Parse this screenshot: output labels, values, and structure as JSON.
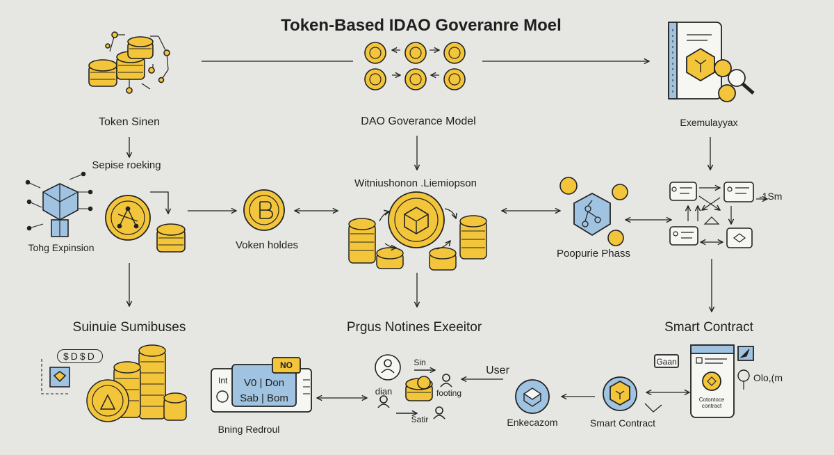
{
  "title": "Token-Based IDAO Goveranre Moel",
  "nodes": {
    "token_sinen": "Token Sinen",
    "dao_model": "DAO Goverance Model",
    "exemulayyax": "Exemulayyax",
    "sepise_roeking": "Sepise roeking",
    "tohg_expinsion": "Tohg Expinsion",
    "voken_holdes": "Voken holdes",
    "withiushonon": "Witniushonon .Liemiopson",
    "poopurie_phass": "Poopurie Phass",
    "isn": "-1Sm",
    "suinuie": "Suinuie Sumibuses",
    "prgus": "Prgus Notines Exeeitor",
    "smart_contract_top": "Smart Contract",
    "bning_redroul": "Bning Redroul",
    "user": "User",
    "enkecazom": "Enkecazom",
    "smart_contract_bottom": "Smart Contract",
    "olo": "Olo,(m",
    "gaan": "Gaan"
  },
  "ballot": {
    "tag": "NO",
    "left": "Int",
    "row1": "V0 | Don",
    "row2": "Sab | Bom"
  },
  "meeting": {
    "left": "dian",
    "top": "Sin",
    "right": "footing",
    "bottom": "Satir"
  },
  "chips": [
    "$",
    "D",
    "$",
    "D"
  ],
  "phone_caption": [
    "Cotontoce",
    "contract"
  ],
  "colors": {
    "coin": "#f3c53a",
    "coin_edge": "#8a6a10",
    "accent_blue": "#9fc3e0",
    "line": "#222222",
    "background": "#e6e6e3"
  }
}
